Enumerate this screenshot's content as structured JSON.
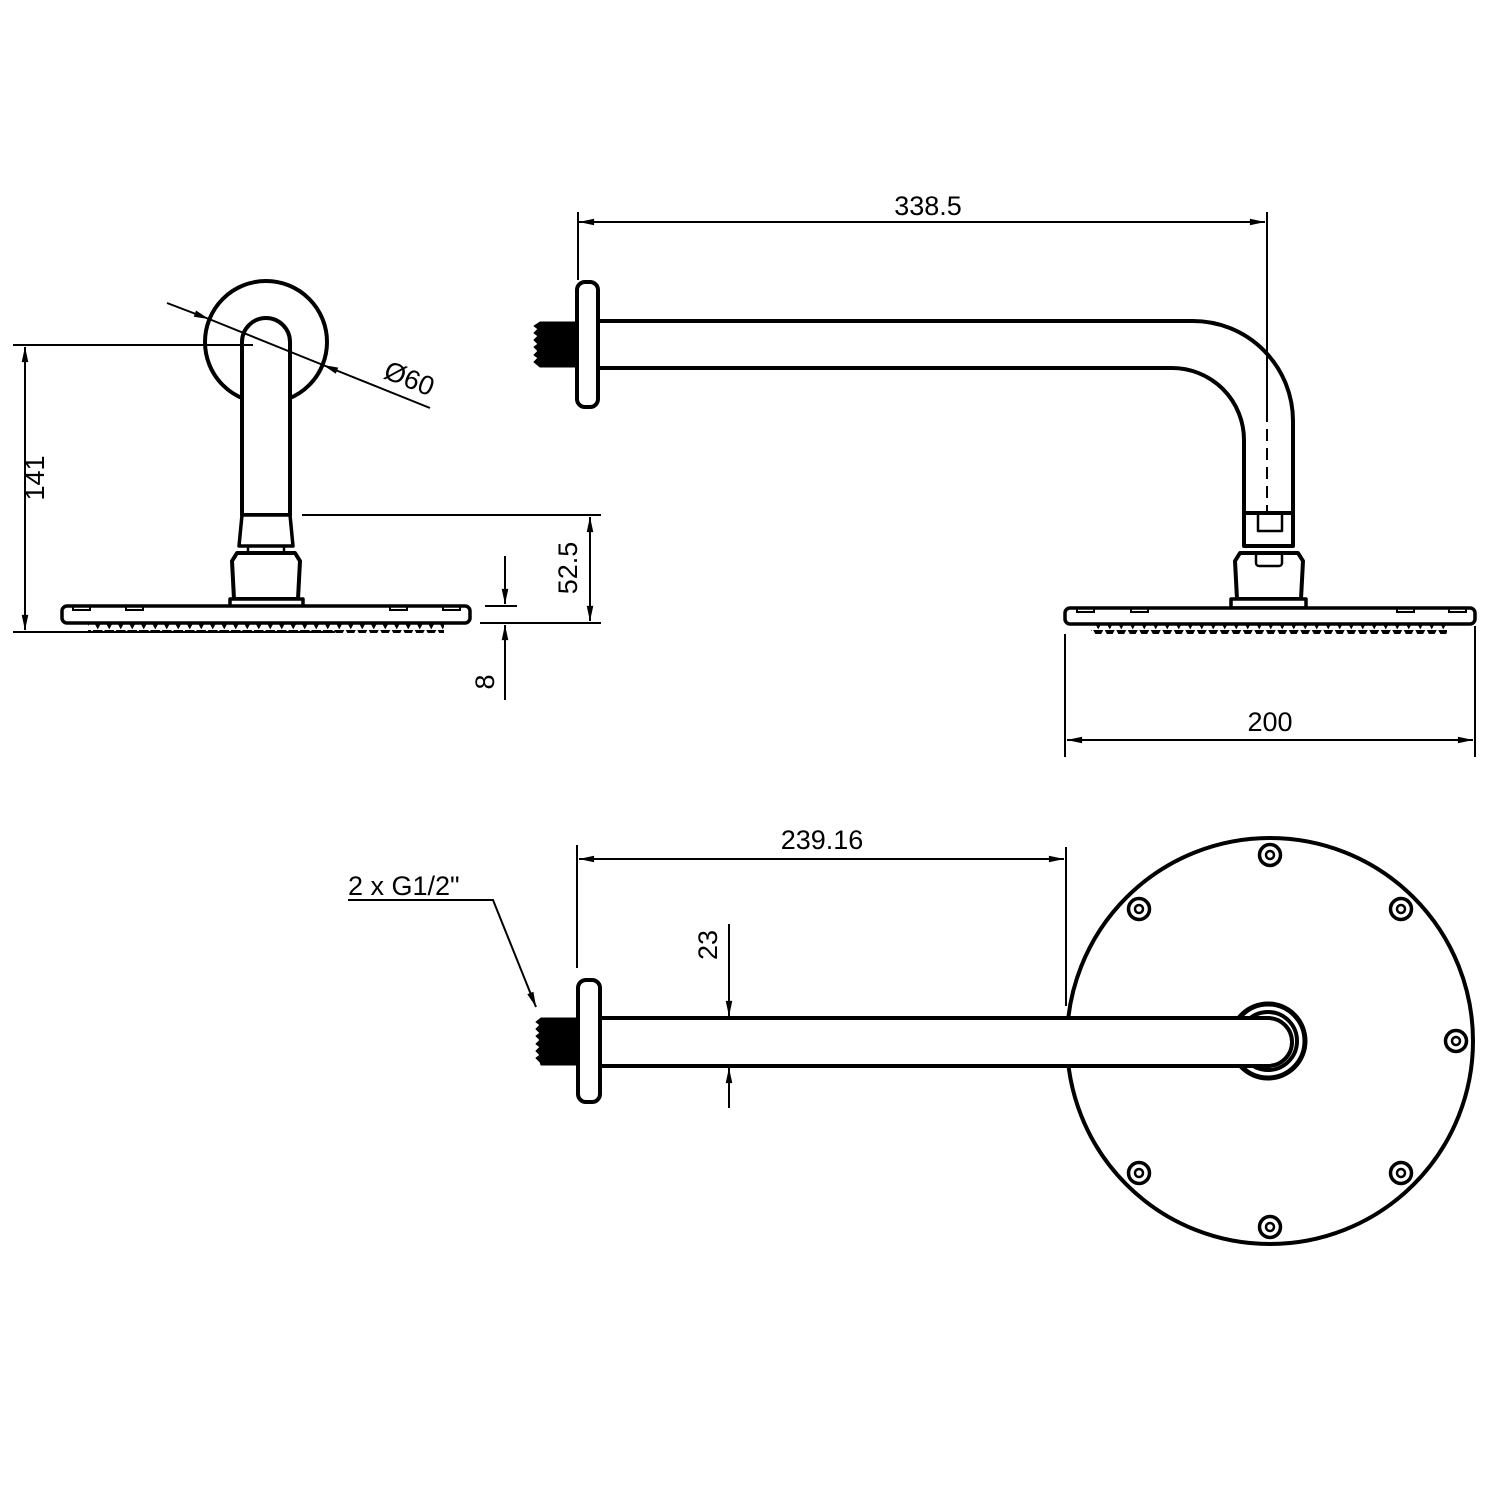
{
  "drawing": {
    "kind": "technical-drawing",
    "subject": "wall-mounted round rain shower head with shower arm",
    "views": {
      "end_view_label": "end elevation (flange and head edge-on)",
      "side_view_label": "side elevation (arm with bend and head)",
      "plan_view_label": "plan view (head face with 8 screws)"
    },
    "colors": {
      "line": "#000000",
      "background": "#ffffff"
    }
  },
  "labels": {
    "dim_arm_length": "338.5",
    "dim_overall_height": "141",
    "dim_flange_diameter": "Ø60",
    "dim_drop_height": "52.5",
    "dim_plate_thickness": "8",
    "dim_head_diameter": "200",
    "dim_arm_reach": "239.16",
    "dim_arm_width": "23",
    "thread_label": "2 x G1/2\""
  }
}
